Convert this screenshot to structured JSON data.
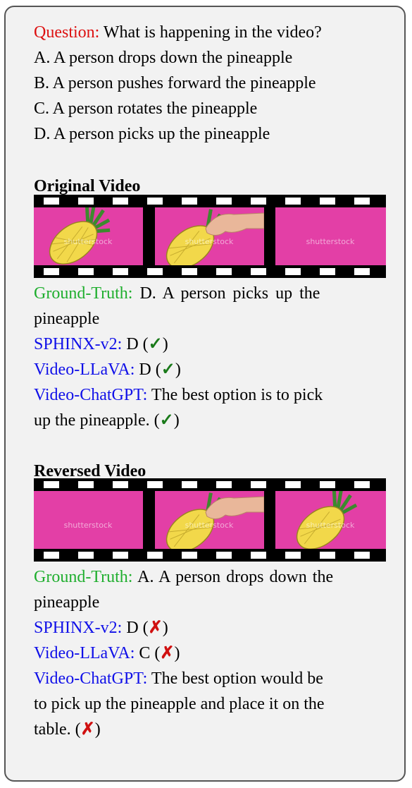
{
  "question": {
    "label": "Question:",
    "text": " What is happening in the video?",
    "options": [
      "A. A person drops down the pineapple",
      "B. A person pushes forward the pineapple",
      "C. A person rotates the pineapple",
      "D. A person picks up the pineapple"
    ]
  },
  "original": {
    "title": "Original Video",
    "watermark": "shutterstock",
    "ground_truth_label": "Ground-Truth:",
    "ground_truth_line1": " D. A person picks up the",
    "ground_truth_line2": "pineapple",
    "sphinx_label": "SPHINX-v2:",
    "sphinx_answer": " D (",
    "sphinx_mark": "✓",
    "videollava_label": "Video-LLaVA:",
    "videollava_answer": " D (",
    "videollava_mark": "✓",
    "videochatgpt_label": "Video-ChatGPT:",
    "videochatgpt_line1": " The best option is to pick",
    "videochatgpt_line2": "up the pineapple. (",
    "videochatgpt_mark": "✓",
    "close": ")"
  },
  "reversed": {
    "title": "Reversed Video",
    "watermark": "shutterstock",
    "ground_truth_label": "Ground-Truth:",
    "ground_truth_line1": " A. A person drops down the",
    "ground_truth_line2": "pineapple",
    "sphinx_label": "SPHINX-v2:",
    "sphinx_answer": " D (",
    "sphinx_mark": "✗",
    "videollava_label": "Video-LLaVA:",
    "videollava_answer": " C (",
    "videollava_mark": "✗",
    "videochatgpt_label": "Video-ChatGPT:",
    "videochatgpt_line1": " The best option would be",
    "videochatgpt_line2": "to pick up the pineapple and place it on the",
    "videochatgpt_line3": "table. (",
    "videochatgpt_mark": "✗",
    "close": ")"
  },
  "colors": {
    "question_label": "#dd1111",
    "ground_truth_label": "#1fae2e",
    "model_label": "#1010e8",
    "check": "#1a7a1a",
    "cross": "#d01010",
    "frame_background": "#e33fa6",
    "pineapple": "#f2d84a"
  }
}
